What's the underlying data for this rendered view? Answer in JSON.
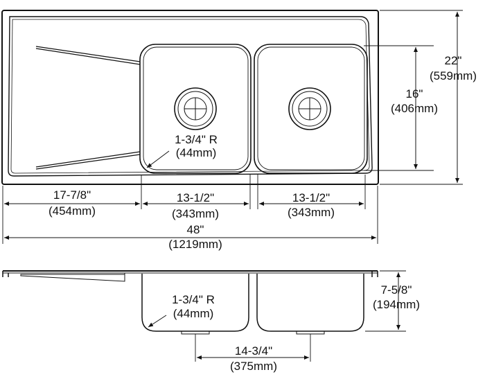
{
  "dimensions": {
    "drainboard_width": {
      "imperial": "17-7/8\"",
      "metric": "(454mm)"
    },
    "left_bowl_width": {
      "imperial": "13-1/2\"",
      "metric": "(343mm)"
    },
    "right_bowl_width": {
      "imperial": "13-1/2\"",
      "metric": "(343mm)"
    },
    "overall_width": {
      "imperial": "48\"",
      "metric": "(1219mm)"
    },
    "overall_depth": {
      "imperial": "22\"",
      "metric": "(559mm)"
    },
    "bowl_depth_front_back": {
      "imperial": "16\"",
      "metric": "(406mm)"
    },
    "corner_radius_top": {
      "imperial": "1-3/4\" R",
      "metric": "(44mm)"
    },
    "corner_radius_side": {
      "imperial": "1-3/4\" R",
      "metric": "(44mm)"
    },
    "bowl_depth": {
      "imperial": "7-5/8\"",
      "metric": "(194mm)"
    },
    "drain_spacing": {
      "imperial": "14-3/4\"",
      "metric": "(375mm)"
    }
  }
}
